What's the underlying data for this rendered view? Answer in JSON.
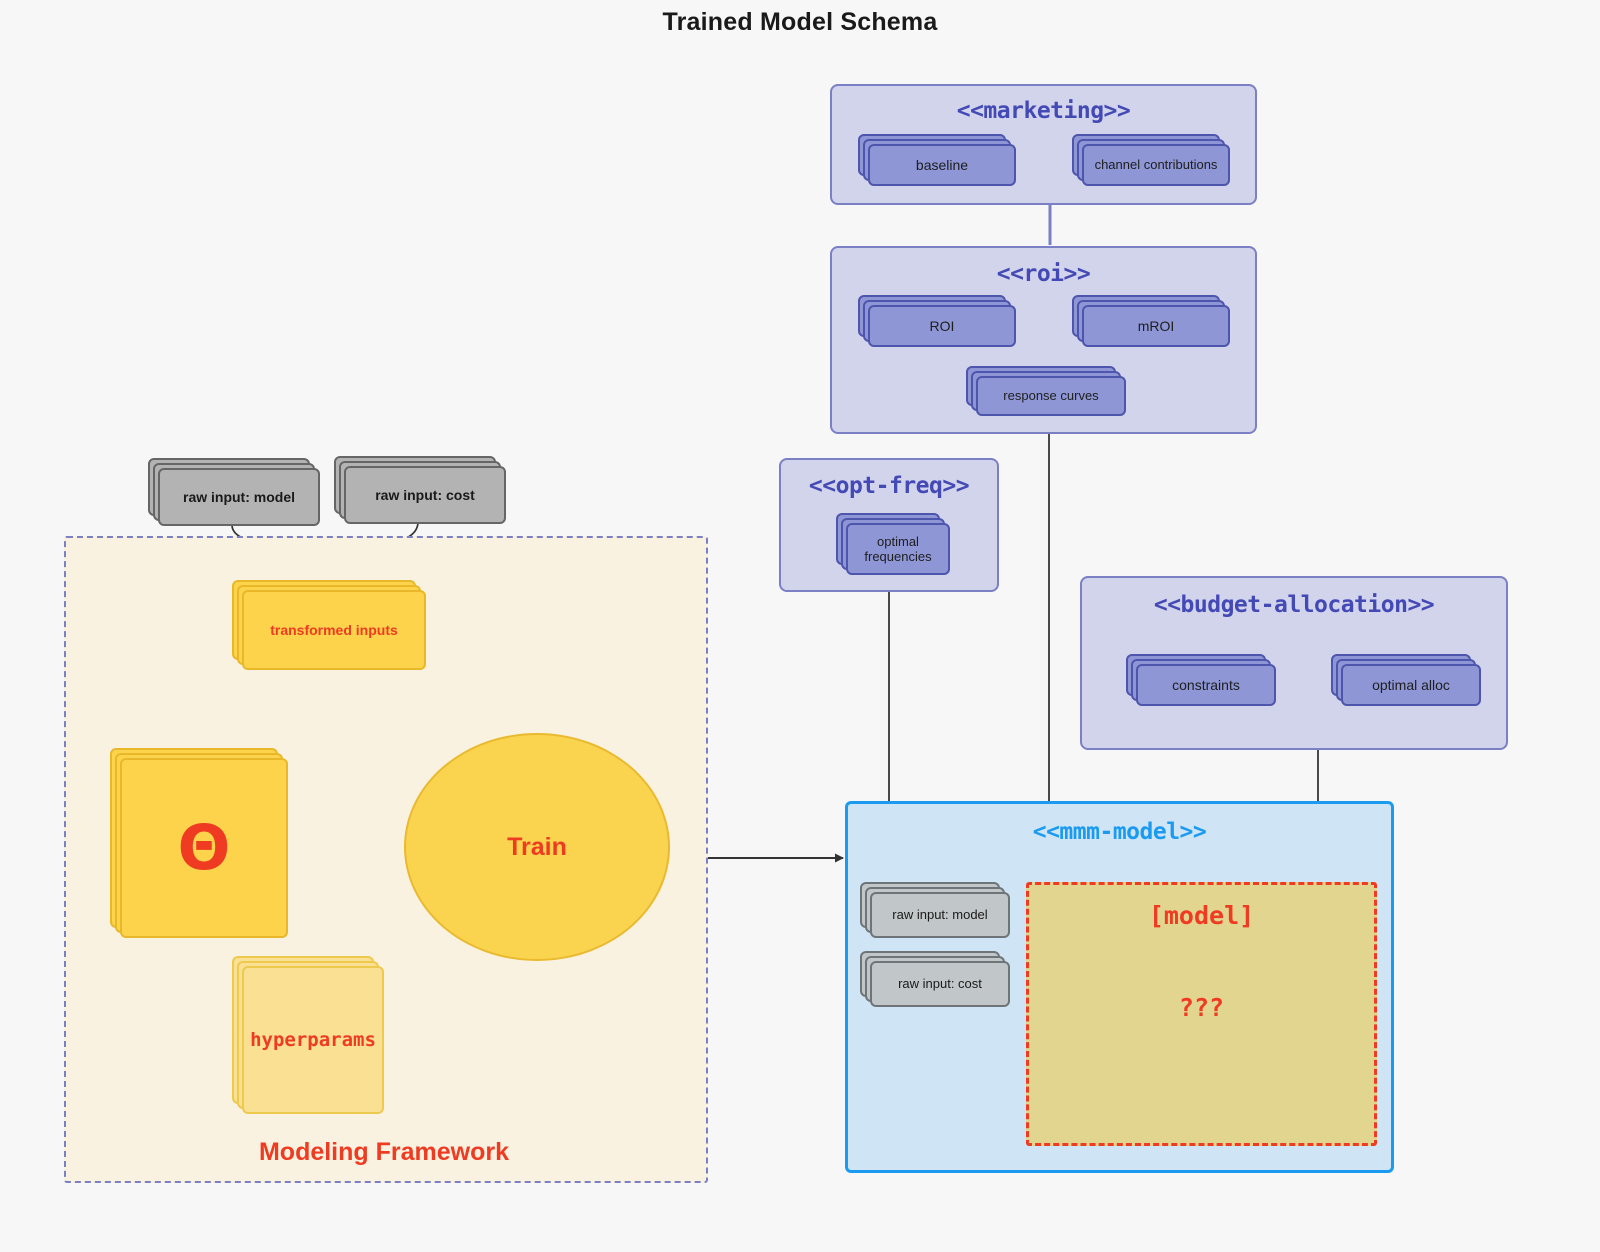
{
  "title": "Trained Model Schema",
  "colors": {
    "background": "#f7f7f7",
    "package_fill": "#d2d4ec",
    "package_border": "#7b7fc4",
    "package_title": "#4349b5",
    "element_fill": "#8e96d6",
    "element_border": "#4d55ad",
    "mmm_fill": "#cfe4f5",
    "mmm_border": "#1b9bf0",
    "mmm_title": "#1b9bf0",
    "raw_input_fill": "#b3b3b3",
    "raw_input_border": "#666666",
    "framework_fill": "#faf2e0",
    "framework_border": "#7b7fc4",
    "accent_red": "#ef3b21",
    "yellow_strong": "#fcd34b",
    "yellow_light": "#fae093",
    "note_fill": "#e2d590"
  },
  "packages": {
    "marketing": {
      "title": "<<marketing>>",
      "elements": [
        {
          "label": "baseline"
        },
        {
          "label": "channel contributions"
        }
      ]
    },
    "roi": {
      "title": "<<roi>>",
      "elements": [
        {
          "label": "ROI"
        },
        {
          "label": "mROI"
        },
        {
          "label": "response curves"
        }
      ]
    },
    "opt_freq": {
      "title": "<<opt-freq>>",
      "elements": [
        {
          "label": "optimal\nfrequencies",
          "line1": "optimal",
          "line2": "frequencies"
        }
      ]
    },
    "budget_allocation": {
      "title": "<<budget-allocation>>",
      "elements": [
        {
          "label": "constraints"
        },
        {
          "label": "optimal alloc"
        }
      ]
    },
    "mmm_model": {
      "title": "<<mmm-model>>",
      "inputs": [
        {
          "label": "raw input: model"
        },
        {
          "label": "raw input: cost"
        }
      ],
      "note": {
        "line1": "[model]",
        "line2": "???"
      }
    }
  },
  "framework": {
    "label": "Modeling Framework",
    "raw_inputs": [
      {
        "label": "raw input: model"
      },
      {
        "label": "raw input: cost"
      }
    ],
    "transformed_inputs": {
      "label": "transformed inputs"
    },
    "theta": {
      "label": "Θ"
    },
    "hyperparams": {
      "label": "hyperparams"
    },
    "train": {
      "label": "Train"
    }
  }
}
